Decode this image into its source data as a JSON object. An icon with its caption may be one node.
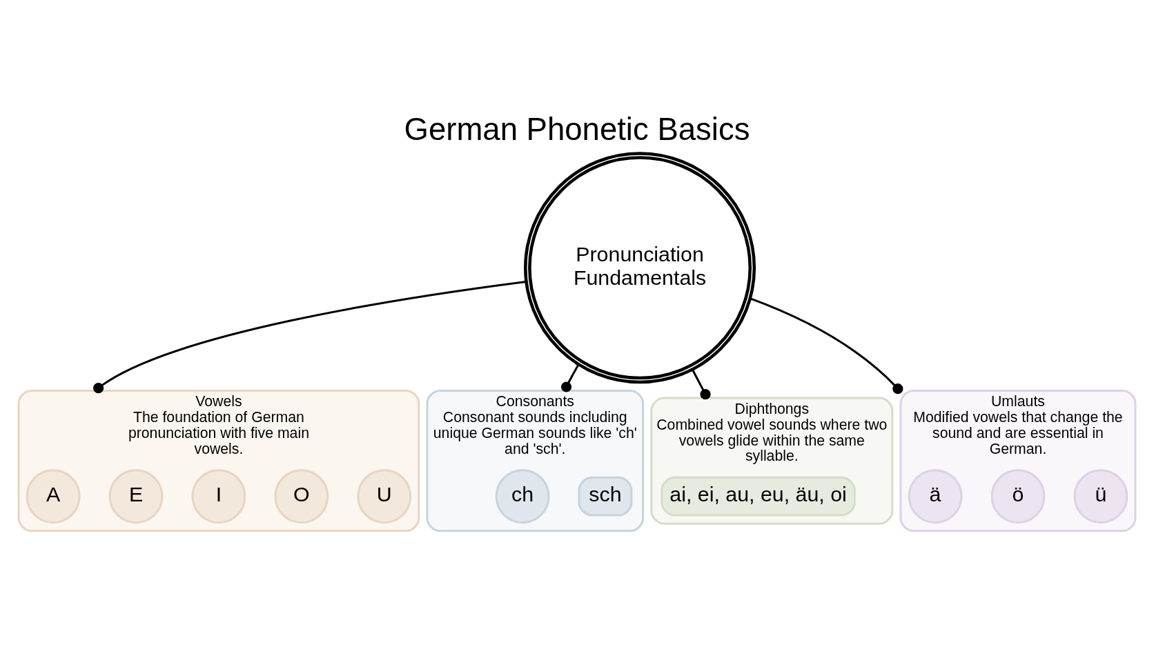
{
  "diagram": {
    "title": "German Phonetic Basics",
    "nodes": [
      {
        "text": [
          "Pronunciation Fundamentals"
        ]
      },
      {
        "text": [
          "Vowels",
          "The foundation of German pronunciation with five main vowels."
        ]
      },
      {
        "text": [
          "A"
        ],
        "in": 1
      },
      {
        "text": [
          "E"
        ],
        "in": 1
      },
      {
        "text": [
          "I"
        ],
        "in": 1
      },
      {
        "text": [
          "O"
        ],
        "in": 1
      },
      {
        "text": [
          "U"
        ],
        "in": 1
      },
      {
        "text": [
          "Consonants",
          "Consonant sounds including unique German sounds like 'ch' and 'sch'."
        ]
      },
      {
        "text": [
          "ch"
        ],
        "in": 7
      },
      {
        "text": [
          "sch"
        ],
        "in": 7
      },
      {
        "text": [
          "Diphthongs",
          "Combined vowel sounds where two vowels glide within the same syllable."
        ]
      },
      {
        "text": [
          "ai, ei, au, eu, äu, oi"
        ],
        "in": 10
      },
      {
        "text": [
          "Umlauts",
          "Modified vowels that change the sound and are essential in German."
        ]
      },
      {
        "text": [
          "ä"
        ],
        "in": 12
      },
      {
        "text": [
          "ö"
        ],
        "in": 12
      },
      {
        "text": [
          "ü"
        ],
        "in": 12
      }
    ],
    "edges": [
      {
        "from": 0,
        "to": 1,
        "arrow": "other"
      },
      {
        "from": 0,
        "to": 7,
        "arrow": "other"
      },
      {
        "from": 0,
        "to": 10,
        "arrow": "other"
      },
      {
        "from": 0,
        "to": 12,
        "arrow": "other"
      }
    ]
  }
}
